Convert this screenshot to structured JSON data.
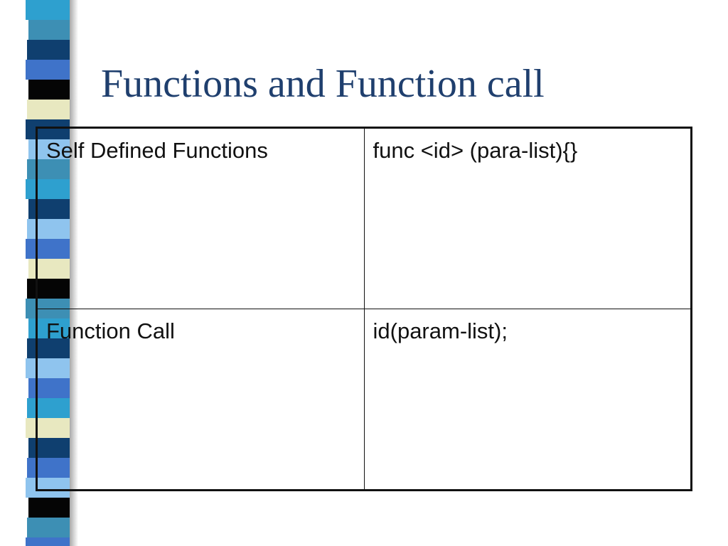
{
  "slide": {
    "title": "Functions and Function call"
  },
  "table": {
    "rows": [
      {
        "label": "Self Defined Functions",
        "syntax": "func <id> (para-list){}"
      },
      {
        "label": "Function Call",
        "syntax": "id(param-list);"
      }
    ]
  },
  "colors": {
    "title": "#1f3f6e",
    "strip_navy": "#0f3f6f",
    "strip_blue": "#3f73c9",
    "strip_sky": "#8fc4ee",
    "strip_teal": "#3d8fb4",
    "strip_cyan": "#2ea0cf",
    "strip_cream": "#e8e8c0",
    "strip_black": "#050505"
  }
}
